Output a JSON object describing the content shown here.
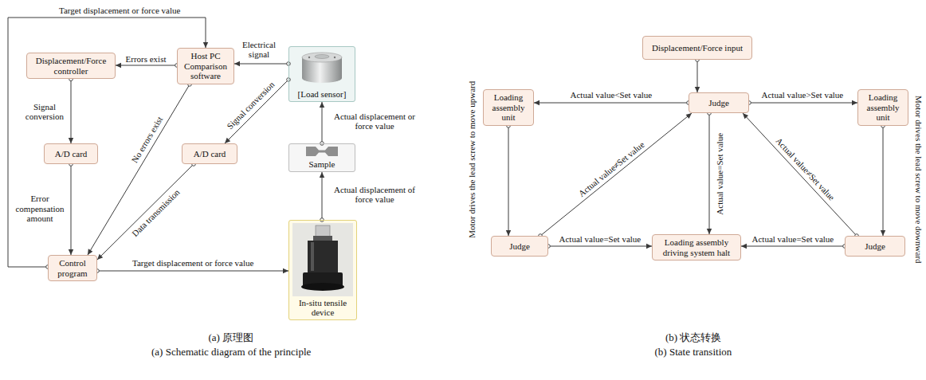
{
  "diagram": {
    "nodes": [
      {
        "text": [
          "Host PC Comparison software"
        ]
      },
      {
        "text": [
          "Displacement/Force controller"
        ]
      },
      {
        "text": [
          "A/D card"
        ]
      },
      {
        "text": [
          "A/D card"
        ]
      },
      {
        "text": [
          "Control program"
        ]
      },
      {
        "text": [
          "[Load sensor]"
        ]
      },
      {
        "text": [
          "Sample"
        ]
      },
      {
        "text": [
          "In-situ tensile device"
        ]
      },
      {
        "text": [
          "Displacement/Force input"
        ]
      },
      {
        "text": [
          "Judge"
        ]
      },
      {
        "text": [
          "Loading assembly unit"
        ]
      },
      {
        "text": [
          "Loading assembly unit"
        ]
      },
      {
        "text": [
          "Judge"
        ]
      },
      {
        "text": [
          "Loading assembly driving system halt"
        ]
      },
      {
        "text": [
          "Judge"
        ]
      }
    ],
    "edges": [
      {
        "from": 0,
        "to": 1,
        "label": "Errors exist",
        "arrow": "to"
      },
      {
        "from": 1,
        "to": 2,
        "label": "Signal conversion",
        "arrow": "to"
      },
      {
        "from": 2,
        "to": 4,
        "label": "Error compensation amount",
        "arrow": "to"
      },
      {
        "from": 0,
        "to": 4,
        "label": "No errors exist",
        "arrow": "to"
      },
      {
        "from": 5,
        "to": 0,
        "label": "Electrical signal",
        "arrow": "to"
      },
      {
        "from": 5,
        "to": 3,
        "label": "Signal conversion",
        "arrow": "to"
      },
      {
        "from": 3,
        "to": 4,
        "label": "Data transmission",
        "arrow": "to"
      },
      {
        "from": 4,
        "to": 7,
        "label": "Target displacement or force value",
        "arrow": "to"
      },
      {
        "from": 7,
        "to": 6,
        "label": "Actual displacement of force value",
        "arrow": "to"
      },
      {
        "from": 6,
        "to": 5,
        "label": "Actual displacement or force value",
        "arrow": "to"
      },
      {
        "from": 4,
        "to": 0,
        "label": "Target displacement or force value",
        "arrow": "to"
      },
      {
        "from": 8,
        "to": 9,
        "arrow": "to"
      },
      {
        "from": 9,
        "to": 10,
        "label": "Actual value<Set value",
        "arrow": "to"
      },
      {
        "from": 9,
        "to": 11,
        "label": "Actual value>Set value",
        "arrow": "to"
      },
      {
        "from": 10,
        "to": 12,
        "arrow": "to"
      },
      {
        "from": 11,
        "to": 14,
        "arrow": "to"
      },
      {
        "from": 12,
        "to": 9,
        "label": "Actual value≠Set value",
        "arrow": "to"
      },
      {
        "from": 14,
        "to": 9,
        "label": "Actual value≠Set value",
        "arrow": "to"
      },
      {
        "from": 9,
        "to": 13,
        "label": "Actual value=Set value",
        "arrow": "to"
      },
      {
        "from": 12,
        "to": 13,
        "label": "Actual value=Set value",
        "arrow": "to"
      },
      {
        "from": 14,
        "to": 13,
        "label": "Actual value=Set value",
        "arrow": "to"
      }
    ],
    "labels": [
      "Motor drives the lead screw to move upward",
      "Motor drives the lead screw to move downward",
      "(a) 原理图",
      "(a) Schematic diagram of the principle",
      "(b) 状态转换",
      "(b) State transition"
    ]
  }
}
